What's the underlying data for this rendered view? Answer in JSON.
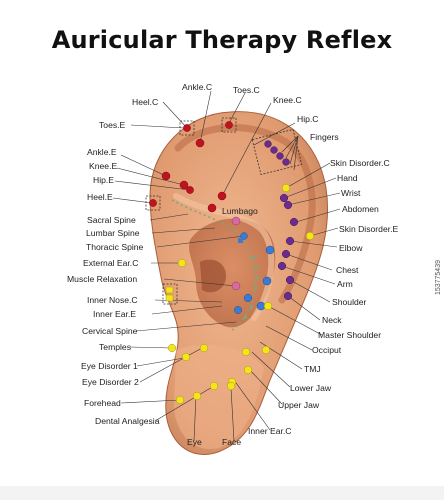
{
  "title": "Auricular Therapy Reflex",
  "stock_id": "153775439",
  "colors": {
    "red": "#c0121f",
    "purple": "#6a2c8e",
    "blue": "#3a7bd5",
    "yellow": "#f4e41a",
    "pink": "#d96aa0",
    "skin": "#e8a880",
    "skin_dark": "#c07a55",
    "skin_shadow": "#a8603c"
  },
  "labels": {
    "ankle_c": "Ankle.C",
    "toes_c": "Toes.C",
    "heel_c": "Heel.C",
    "knee_c": "Knee.C",
    "toes_e": "Toes.E",
    "hip_c": "Hip.C",
    "fingers": "Fingers",
    "ankle_e": "Ankle.E",
    "knee_e": "Knee.E",
    "hip_e": "Hip.E",
    "heel_e": "Heel.E",
    "skin_disorder_c": "Skin Disorder.C",
    "hand": "Hand",
    "wrist": "Wrist",
    "abdomen": "Abdomen",
    "lumbago": "Lumbago",
    "sacral_spine": "Sacral Spine",
    "lumbar_spine": "Lumbar Spine",
    "skin_disorder_e": "Skin Disorder.E",
    "thoracic_spine": "Thoracic Spine",
    "elbow": "Elbow",
    "external_ear_c": "External Ear.C",
    "chest": "Chest",
    "muscle_relaxation": "Muscle Relaxation",
    "arm": "Arm",
    "inner_nose_c": "Inner Nose.C",
    "shoulder": "Shoulder",
    "inner_ear_e": "Inner Ear.E",
    "neck": "Neck",
    "cervical_spine": "Cervical Spine",
    "master_shoulder": "Master Shoulder",
    "temples": "Temples",
    "occiput": "Occiput",
    "eye_disorder_1": "Eye Disorder 1",
    "tmj": "TMJ",
    "eye_disorder_2": "Eye Disorder 2",
    "lower_jaw": "Lower Jaw",
    "forehead": "Forehead",
    "upper_jaw": "Upper Jaw",
    "dental_analgesia": "Dental Analgesia",
    "inner_ear_c": "Inner Ear.C",
    "eye": "Eye",
    "face": "Face"
  }
}
